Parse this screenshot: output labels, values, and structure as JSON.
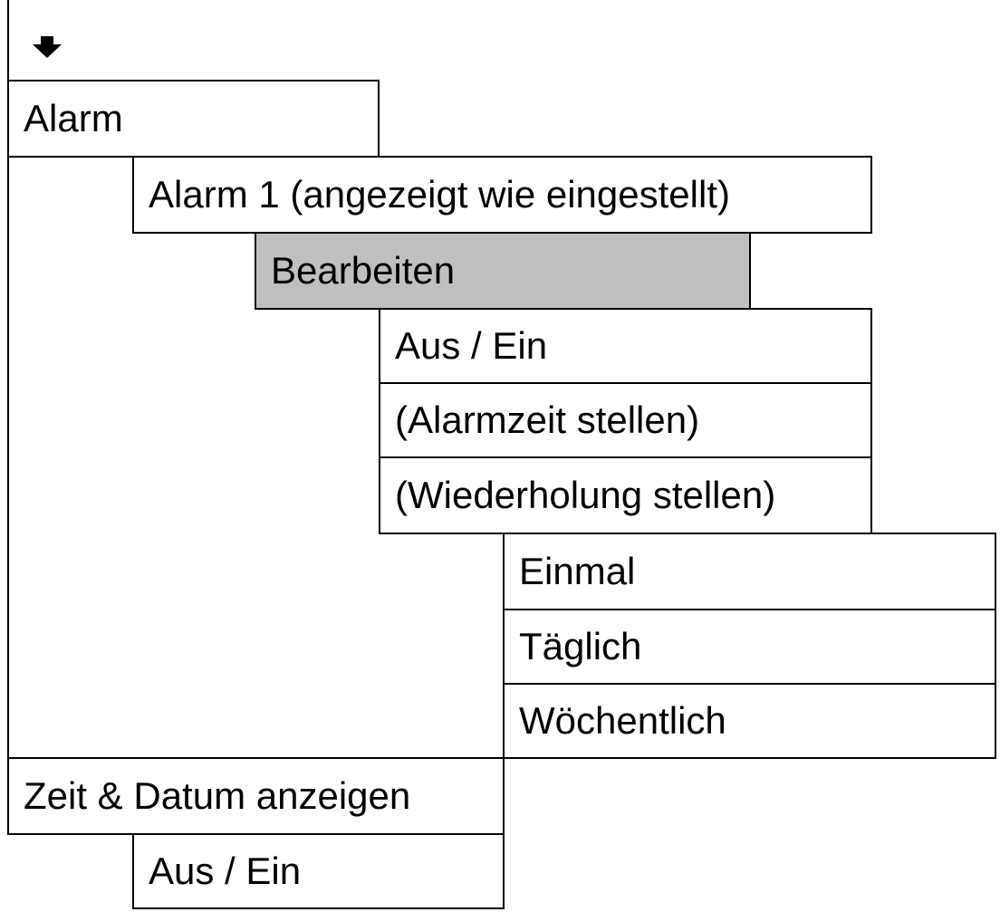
{
  "menu": {
    "arrow_icon": "down-arrow-icon",
    "alarm": "Alarm",
    "alarm1": "Alarm 1 (angezeigt wie eingestellt)",
    "edit": "Bearbeiten",
    "edit_items": [
      "Aus / Ein",
      "(Alarmzeit stellen)",
      "(Wiederholung stellen)"
    ],
    "repeat_options": [
      "Einmal",
      "Täglich",
      "Wöchentlich"
    ],
    "time_date": "Zeit & Datum anzeigen",
    "time_date_toggle": "Aus / Ein",
    "highlight_color": "#c0c0c0"
  }
}
